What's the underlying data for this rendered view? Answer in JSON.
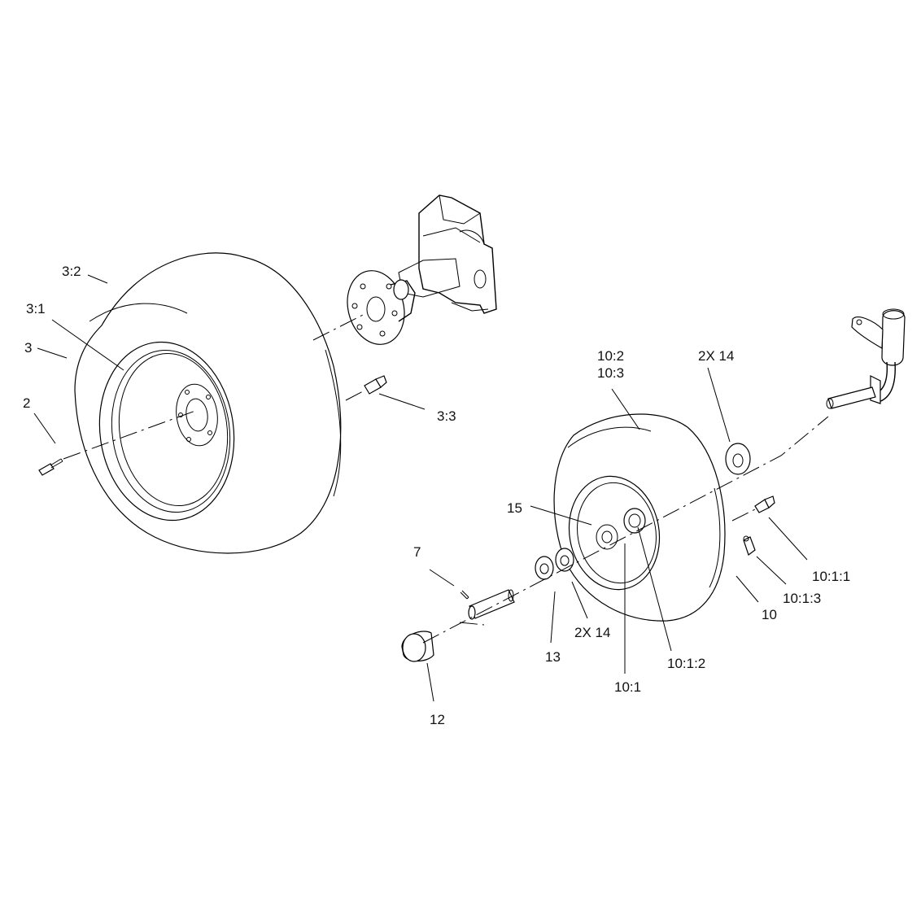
{
  "callouts": {
    "c3_2": "3:2",
    "c3_1": "3:1",
    "c3": "3",
    "c2": "2",
    "c3_3": "3:3",
    "c10_2": "10:2",
    "c10_3": "10:3",
    "c2x14_top": "2X 14",
    "c15": "15",
    "c7": "7",
    "c10_1_1": "10:1:1",
    "c10_1_3": "10:1:3",
    "c10": "10",
    "c2x14_bottom": "2X 14",
    "c13": "13",
    "c10_1_2": "10:1:2",
    "c10_1": "10:1",
    "c12": "12"
  }
}
